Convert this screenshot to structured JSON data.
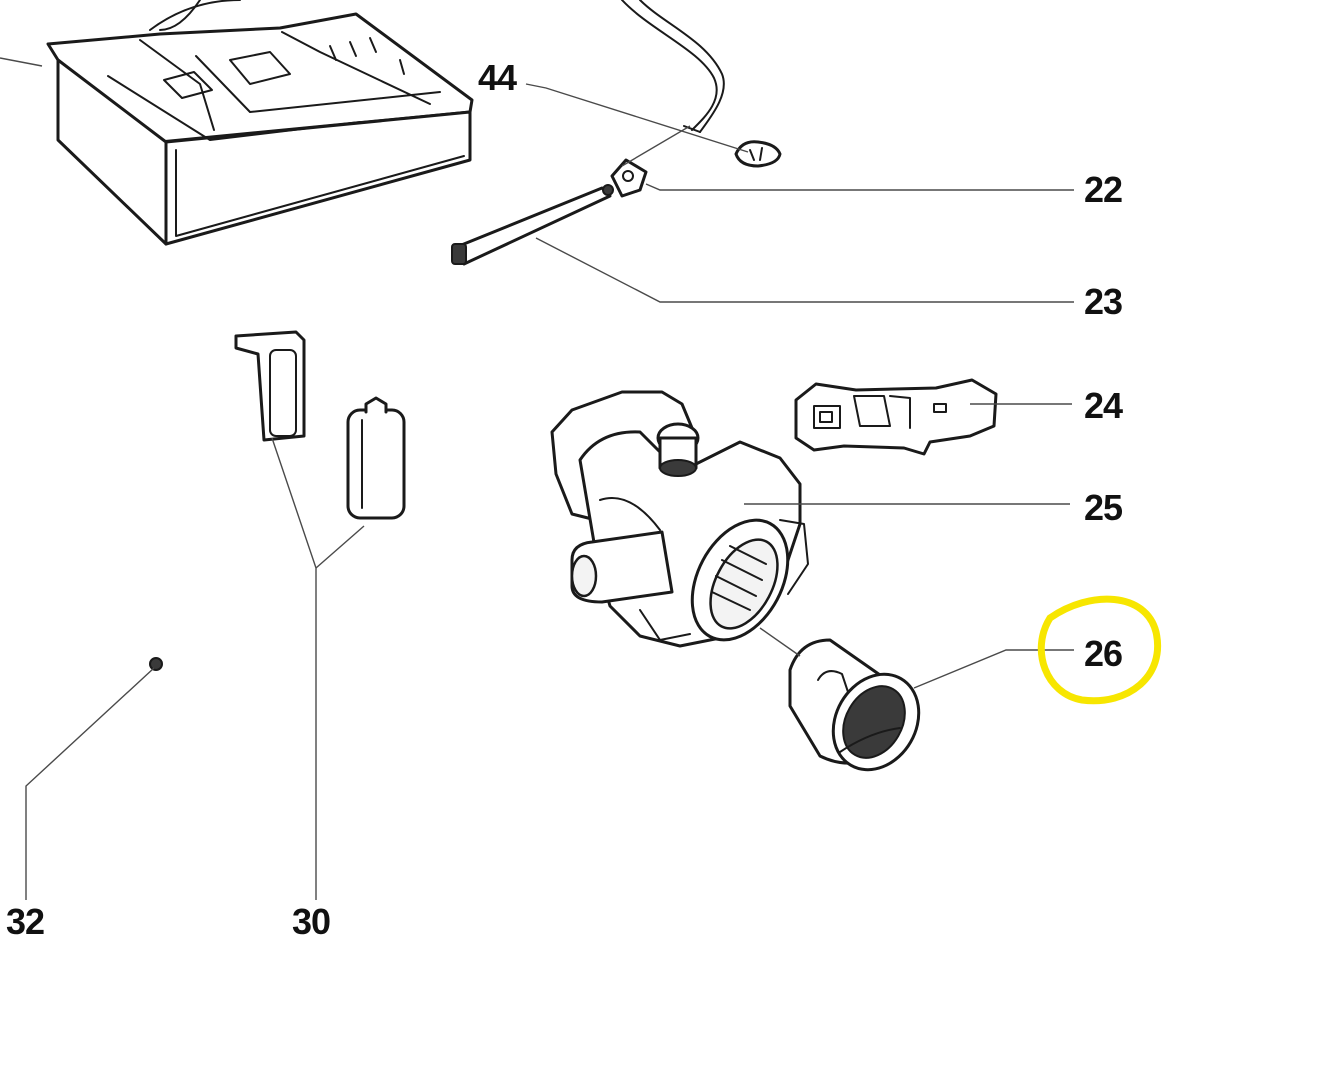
{
  "callouts": [
    {
      "id": "44",
      "label": "44"
    },
    {
      "id": "22",
      "label": "22"
    },
    {
      "id": "23",
      "label": "23"
    },
    {
      "id": "24",
      "label": "24"
    },
    {
      "id": "25",
      "label": "25"
    },
    {
      "id": "26",
      "label": "26",
      "highlighted": true
    },
    {
      "id": "30",
      "label": "30"
    },
    {
      "id": "32",
      "label": "32"
    }
  ],
  "colors": {
    "highlight": "#f7e600",
    "line": "#1a1a1a",
    "background": "#ffffff"
  }
}
